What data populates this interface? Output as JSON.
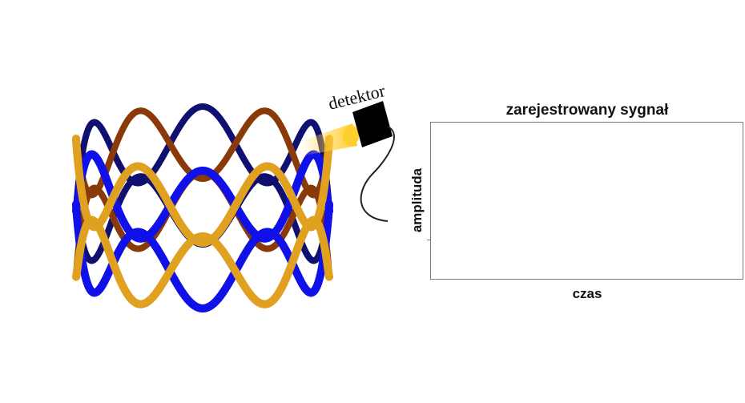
{
  "detector": {
    "label": "detektor"
  },
  "plot": {
    "title": "zarejestrowany sygnał",
    "xlabel": "czas",
    "ylabel": "amplituda"
  },
  "colors": {
    "wave_blue": "#1010e8",
    "wave_blue_dark": "#101070",
    "wave_orange": "#e0a020",
    "wave_orange_dark": "#8a3a08",
    "detector_body": "#000000",
    "beam": "#ffd23c"
  }
}
